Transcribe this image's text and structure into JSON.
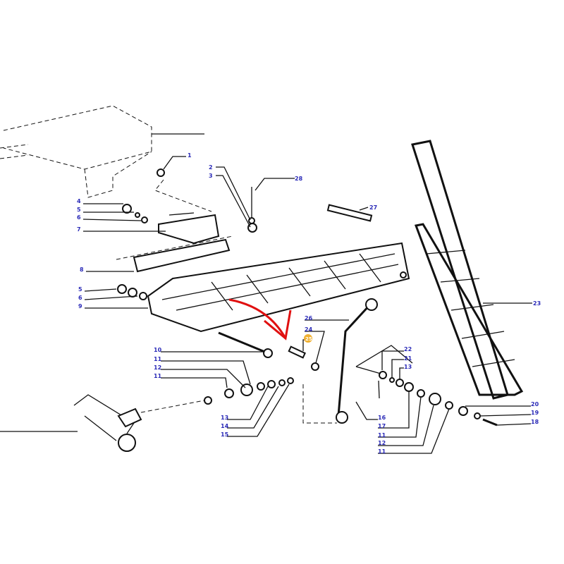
{
  "diagram": {
    "callouts": [
      "1",
      "2",
      "3",
      "28",
      "4",
      "5",
      "6",
      "7",
      "27",
      "8",
      "5",
      "6",
      "9",
      "23",
      "26",
      "24",
      "25",
      "10",
      "11",
      "12",
      "11",
      "22",
      "21",
      "13",
      "13",
      "14",
      "15",
      "16",
      "17",
      "11",
      "12",
      "11",
      "20",
      "19",
      "18"
    ],
    "highlighted_callout": "25",
    "colors": {
      "label": "#2b2bb8",
      "highlight": "#f0b030",
      "arrow": "#e01010",
      "line": "#111111"
    }
  }
}
